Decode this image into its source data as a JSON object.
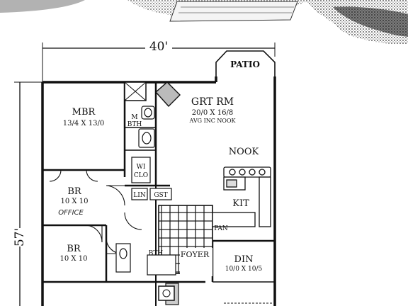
{
  "plan": {
    "overall_width": "40'",
    "overall_depth": "57'",
    "rooms": {
      "patio": {
        "name": "PATIO"
      },
      "mbr": {
        "name": "MBR",
        "size": "13/4 X 13/0"
      },
      "grt_rm": {
        "name": "GRT RM",
        "size": "20/0 X 16/8",
        "note": "AVG INC NOOK"
      },
      "nook": {
        "name": "NOOK"
      },
      "mbth": {
        "name_line1": "M",
        "name_line2": "BTH"
      },
      "wic": {
        "name_line1": "WI",
        "name_line2": "CLO"
      },
      "lin": {
        "name": "LIN"
      },
      "gst": {
        "name": "GST"
      },
      "br1": {
        "name": "BR",
        "size": "10 X 10",
        "note": "OFFICE"
      },
      "kit": {
        "name": "KIT"
      },
      "pan": {
        "name": "PAN"
      },
      "br2": {
        "name": "BR",
        "size": "10 X 10"
      },
      "bth": {
        "name": "BTH"
      },
      "foyer": {
        "name": "FOYER"
      },
      "din": {
        "name": "DIN",
        "size": "10/0 X 10/5"
      }
    }
  },
  "colors": {
    "ink": "#111111",
    "paper": "#ffffff",
    "shade": "#9a9a9a"
  }
}
